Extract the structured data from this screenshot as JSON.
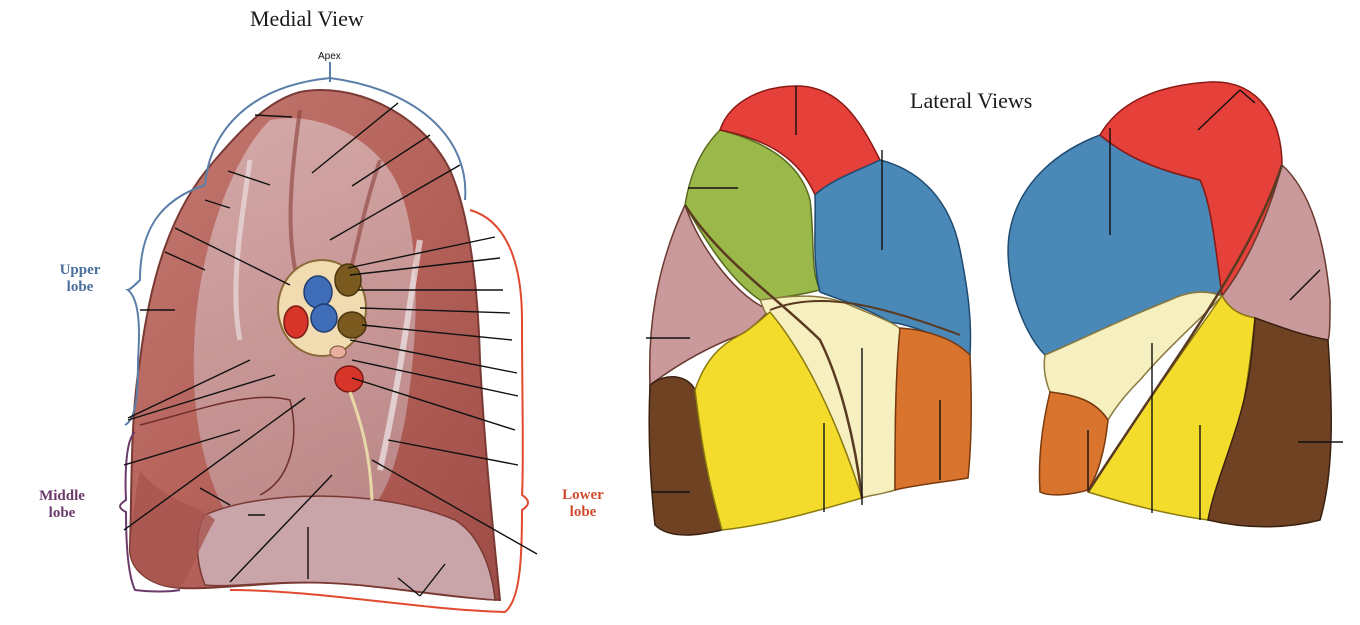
{
  "titles": {
    "medial": "Medial View",
    "lateral": "Lateral Views"
  },
  "labels": {
    "apex": "Apex",
    "upper_lobe_line1": "Upper",
    "upper_lobe_line2": "lobe",
    "middle_lobe_line1": "Middle",
    "middle_lobe_line2": "lobe",
    "lower_lobe_line1": "Lower",
    "lower_lobe_line2": "lobe"
  },
  "colors": {
    "upper_lobe_text": "#4a6f9c",
    "middle_lobe_text": "#6b3a6a",
    "lower_lobe_text": "#d24a2e",
    "segment_red": "#e5403a",
    "segment_blue": "#4a88b8",
    "segment_green": "#9bb84a",
    "segment_pink": "#c99a9c",
    "segment_cream": "#f6efbf",
    "segment_orange": "#d8742e",
    "segment_yellow": "#f4dc2c",
    "segment_brown": "#6b3e20",
    "lung_tissue": "#b86a62"
  }
}
